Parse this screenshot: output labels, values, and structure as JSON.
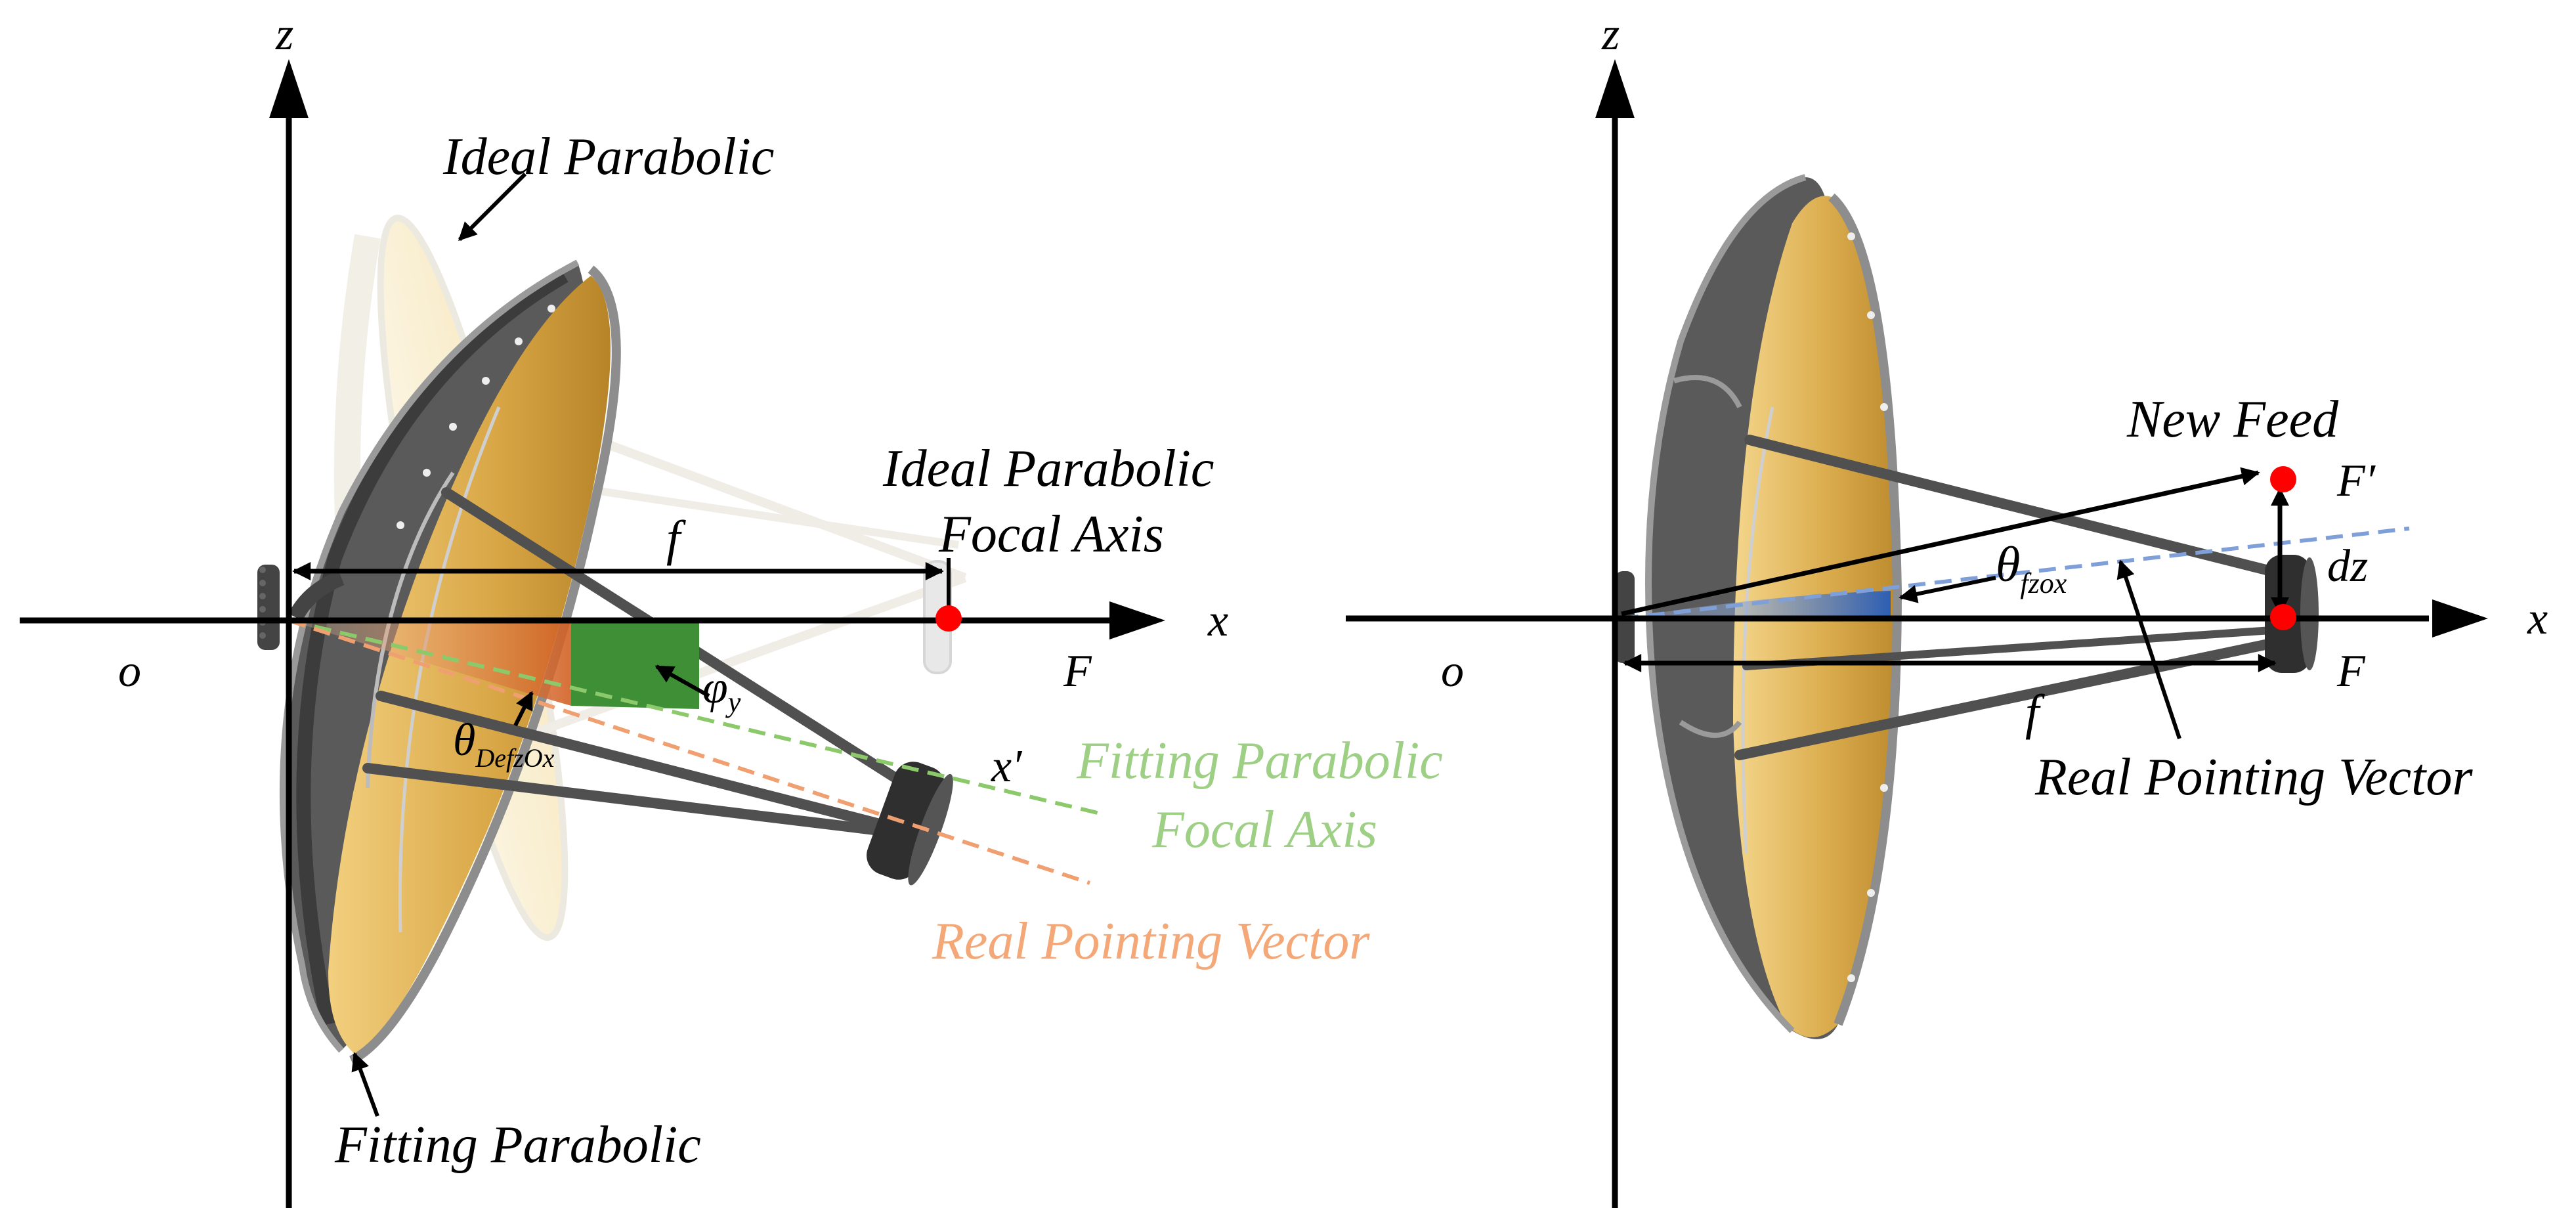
{
  "colors": {
    "axis": "#000000",
    "dish_gold": "#d9a94a",
    "dish_rim": "#8a8a8a",
    "feed_dot": "#ff0000",
    "green_axis": "#8cc96a",
    "green_label": "#9dcf84",
    "orange_vector": "#f0a070",
    "orange_label": "#f4a878",
    "blue_vector": "#7f9fd9",
    "blue_wedge": "#3a67b6",
    "green_wedge": "#3d8f35",
    "orange_wedge": "#d66a2c"
  },
  "left_panel": {
    "axis_z": "z",
    "axis_x": "x",
    "origin": "o",
    "focus": "F",
    "focal_length": "f",
    "label_ideal_parabolic": "Ideal Parabolic",
    "label_ideal_focal_axis_1": "Ideal Parabolic",
    "label_ideal_focal_axis_2": "Focal Axis",
    "label_x_prime": "x′",
    "label_fitting_focal_axis_1": "Fitting Parabolic",
    "label_fitting_focal_axis_2": "Focal Axis",
    "label_real_pointing": "Real Pointing Vector",
    "label_fitting_parabolic": "Fitting Parabolic",
    "angle_phi": "φ",
    "angle_phi_sub": "y",
    "angle_theta": "θ",
    "angle_theta_sub": "DefzOx"
  },
  "right_panel": {
    "axis_z": "z",
    "axis_x": "x",
    "origin": "o",
    "focus": "F",
    "focus_prime": "F′",
    "focal_length": "f",
    "offset": "dz",
    "label_new_feed": "New Feed",
    "label_real_pointing": "Real Pointing Vector",
    "angle_theta": "θ",
    "angle_theta_sub": "fzox"
  }
}
